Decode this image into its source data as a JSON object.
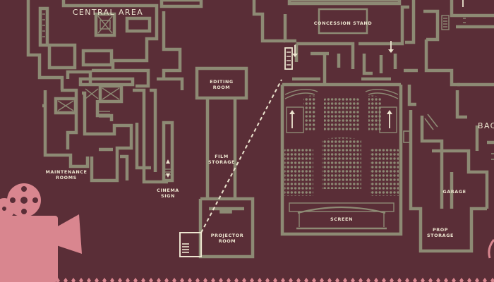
{
  "map": {
    "background": "#5a2e37",
    "wall_color": "#8d8a74",
    "wall_fill": "#6b3a43",
    "accent_pink": "#d9868f",
    "text_color": "#ece4cf"
  },
  "rooms": {
    "central_area": "CENTRAL AREA",
    "concession_stand": "CONCESSION STAND",
    "editing_room": "EDITING\nROOM",
    "film_storage": "FILM\nSTORAGE",
    "maintenance_rooms": "MAINTENANCE\nROOMS",
    "cinema_sign": "CINEMA\nSIGN",
    "projector_room": "PROJECTOR\nROOM",
    "screen": "SCREEN",
    "garage": "GARAGE",
    "prop_storage": "PROP\nSTORAGE",
    "backlot_partial": "BAC"
  },
  "icons": {
    "camera": "film-camera-icon"
  }
}
